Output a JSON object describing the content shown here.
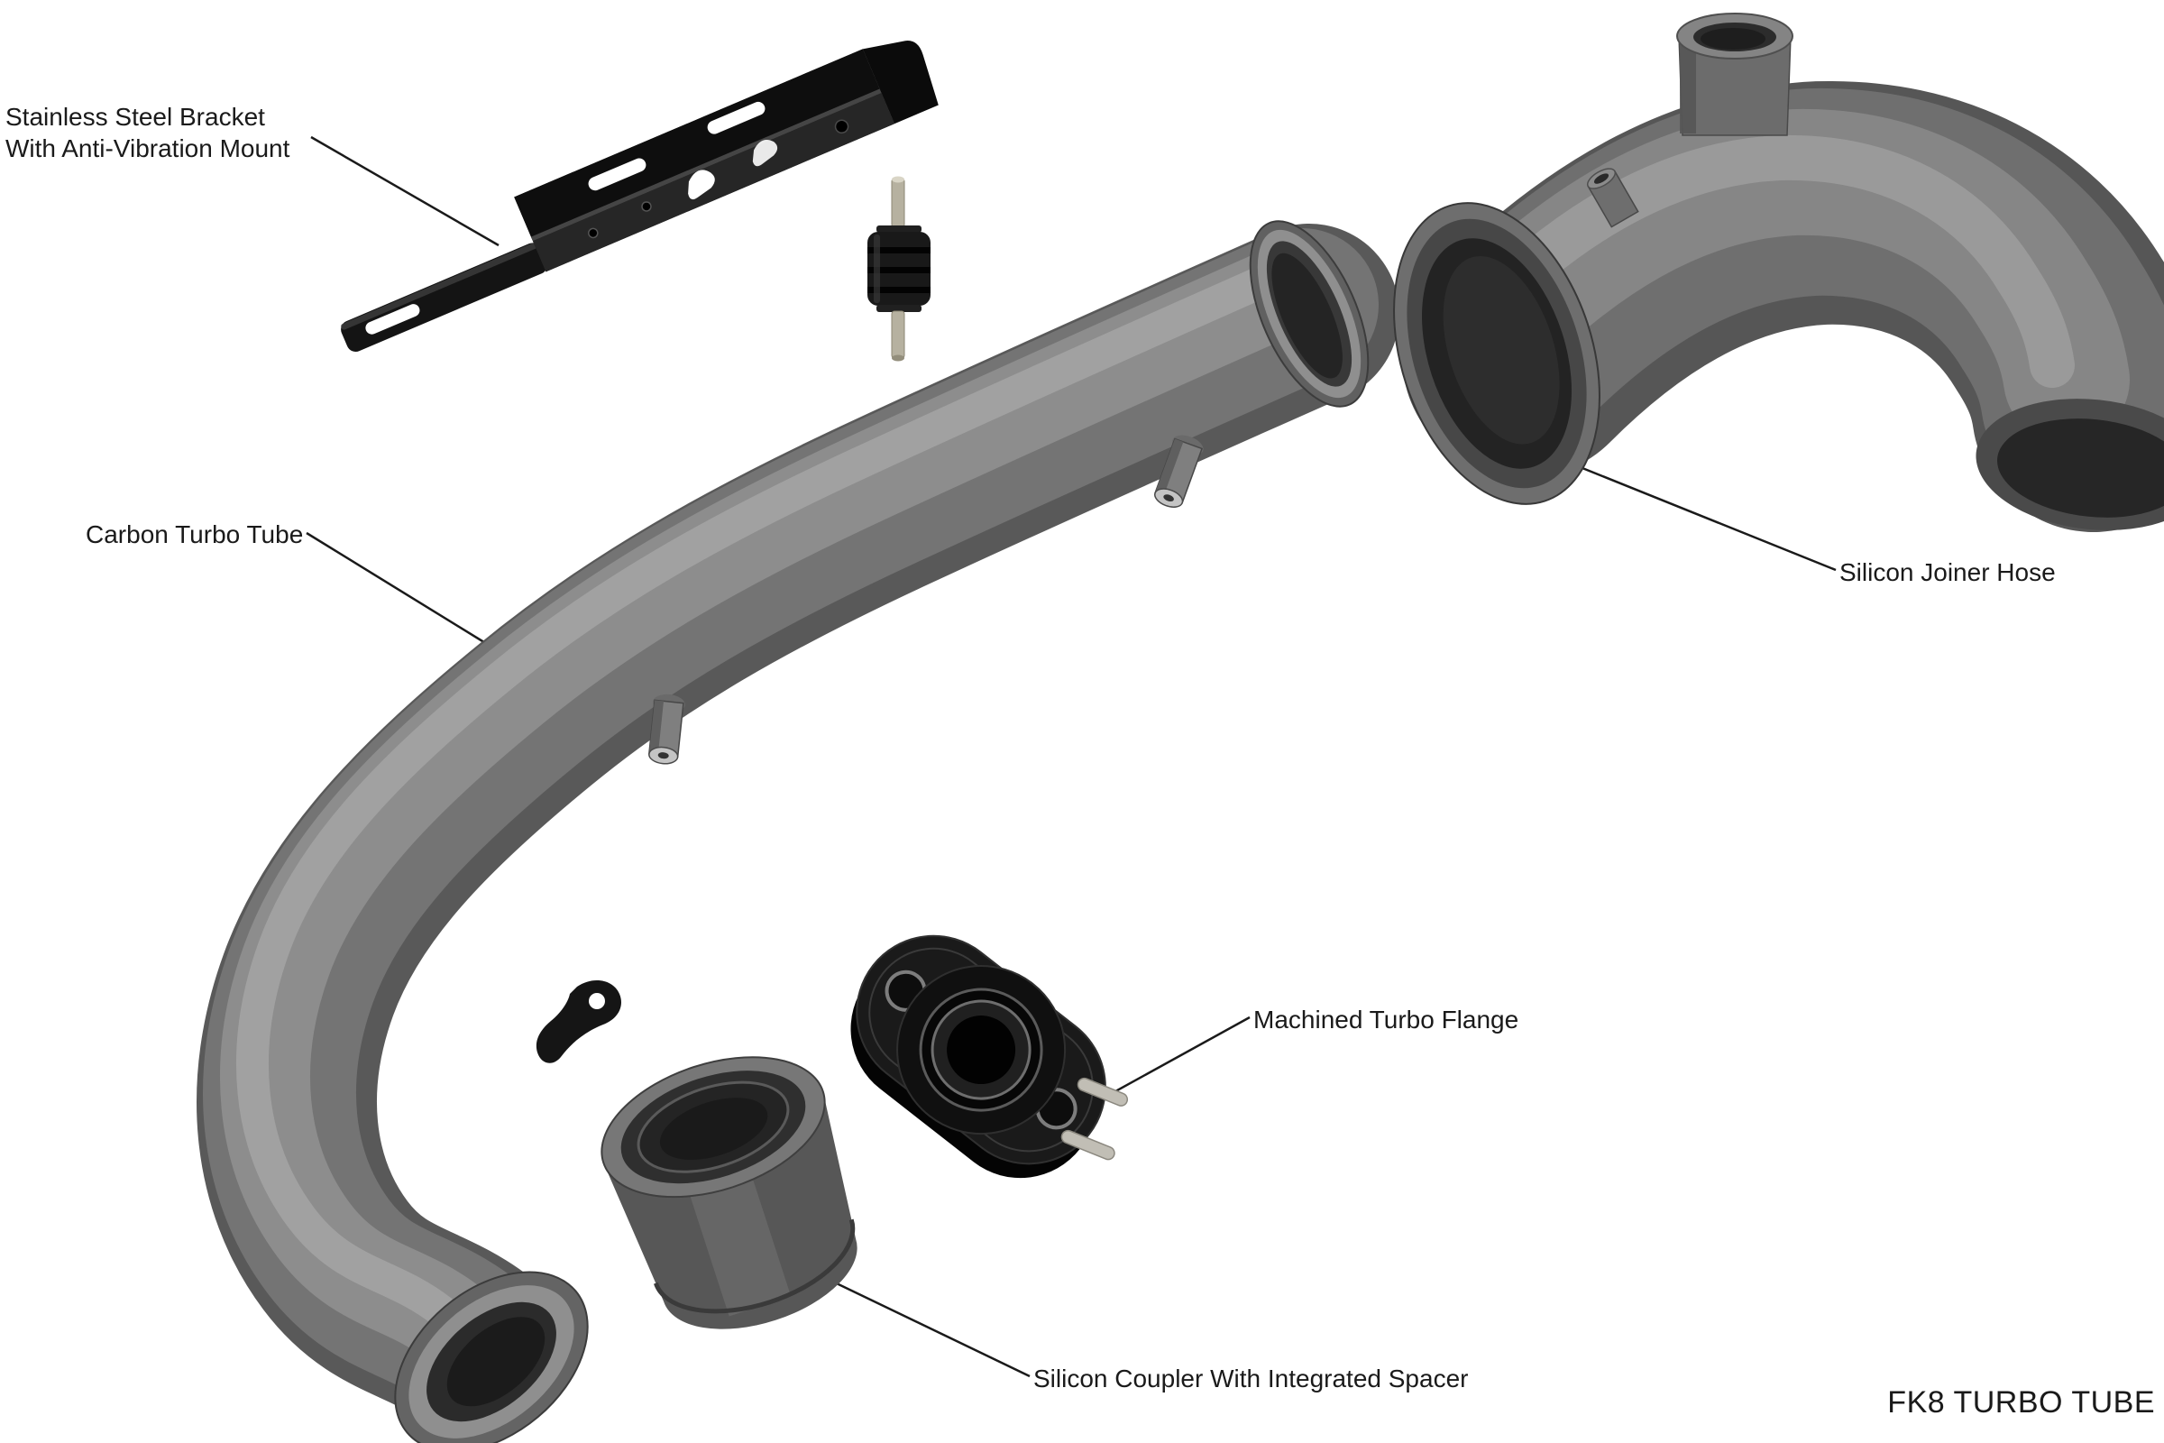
{
  "diagram": {
    "title": "FK8 TURBO TUBE",
    "callouts": {
      "bracket": "Stainless Steel Bracket\nWith Anti-Vibration Mount",
      "tube": "Carbon Turbo Tube",
      "joiner": "Silicon Joiner Hose",
      "flange": "Machined Turbo Flange",
      "coupler": "Silicon Coupler With Integrated Spacer"
    },
    "colors": {
      "background": "#ffffff",
      "callout_text": "#1a1a1a",
      "leader_line": "#1a1a1a",
      "part_gray": "#6e6e6e",
      "part_black": "#161616",
      "stud_metal": "#c1beb5"
    }
  }
}
